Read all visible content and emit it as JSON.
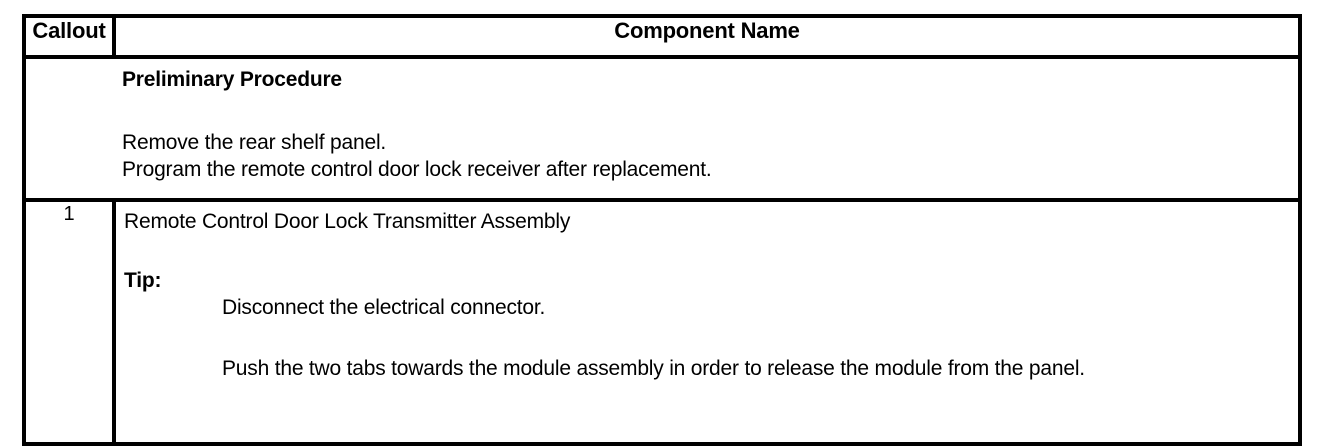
{
  "table": {
    "header": {
      "callout_label": "Callout",
      "component_name_label": "Component Name"
    },
    "rows": [
      {
        "kind": "preliminary",
        "callout": "",
        "title": "Preliminary Procedure",
        "lines": [
          "Remove the rear shelf panel.",
          "Program the remote control door lock receiver after replacement."
        ]
      },
      {
        "kind": "component",
        "callout": "1",
        "title": "Remote Control Door Lock Transmitter Assembly",
        "tip_label": "Tip:",
        "tip_items": [
          "Disconnect the electrical connector.",
          "Push the two tabs towards the module assembly in order to release the module from the panel."
        ]
      }
    ]
  },
  "style": {
    "border_color": "#000000",
    "text_color": "#000000",
    "background_color": "#ffffff"
  }
}
